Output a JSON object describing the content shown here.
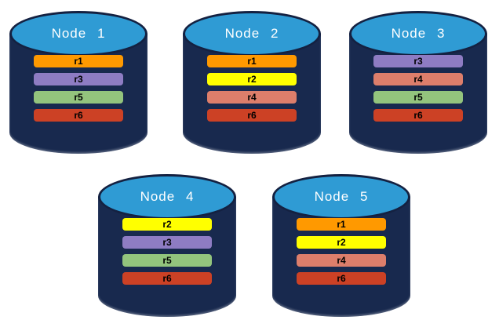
{
  "diagram": {
    "description": "Five database nodes each storing four replicas",
    "palette": {
      "cylinder_body": "#18294E",
      "cylinder_outline": "#142141",
      "cylinder_top": "#2F9BD4",
      "node_label_color": "#ffffff",
      "bar_label_color": "#000000",
      "replica_colors": {
        "r1": "#FF9900",
        "r2": "#FFFF00",
        "r3": "#8E7CC3",
        "r4": "#DD7E6B",
        "r5": "#93C47D",
        "r6": "#CC4125"
      }
    },
    "nodes": [
      {
        "label": "Node 1",
        "replicas": [
          "r1",
          "r3",
          "r5",
          "r6"
        ]
      },
      {
        "label": "Node 2",
        "replicas": [
          "r1",
          "r2",
          "r4",
          "r6"
        ]
      },
      {
        "label": "Node 3",
        "replicas": [
          "r3",
          "r4",
          "r5",
          "r6"
        ]
      },
      {
        "label": "Node 4",
        "replicas": [
          "r2",
          "r3",
          "r5",
          "r6"
        ]
      },
      {
        "label": "Node 5",
        "replicas": [
          "r1",
          "r2",
          "r4",
          "r6"
        ]
      }
    ]
  }
}
